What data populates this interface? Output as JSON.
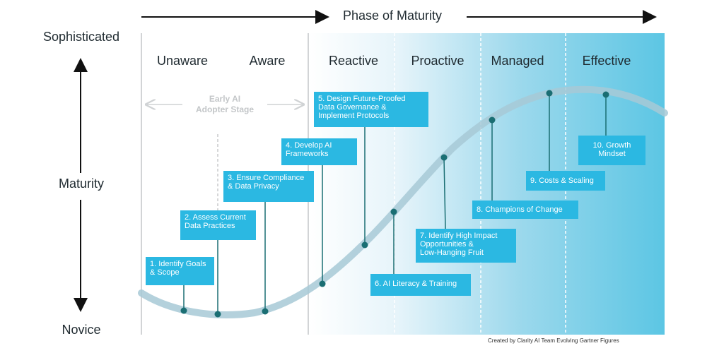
{
  "header": {
    "title": "Phase of Maturity"
  },
  "y_axis": {
    "top": "Sophisticated",
    "middle": "Maturity",
    "bottom": "Novice"
  },
  "stages": [
    "Unaware",
    "Aware",
    "Reactive",
    "Proactive",
    "Managed",
    "Effective"
  ],
  "early_stage": {
    "label": "Early AI\nAdopter Stage"
  },
  "steps": [
    {
      "label": "1. Identify Goals\n& Scope"
    },
    {
      "label": "2. Assess Current\nData Practices"
    },
    {
      "label": "3. Ensure Compliance\n& Data Privacy"
    },
    {
      "label": "4. Develop AI\nFrameworks"
    },
    {
      "label": "5. Design Future-Proofed\nData Governance &\nImplement Protocols"
    },
    {
      "label": "6. AI Literacy & Training"
    },
    {
      "label": "7. Identify High Impact\nOpportunities &\nLow-Hanging Fruit"
    },
    {
      "label": "8. Champions of  Change"
    },
    {
      "label": "9. Costs & Scaling"
    },
    {
      "label": "10. Growth\nMindset"
    }
  ],
  "credit": "Created by Clarity AI Team Evolving Gartner Figures",
  "colors": {
    "box": "#2bb8e2",
    "dot": "#1a6e73",
    "curve": "#a7c9d6",
    "text": "#1f2a30"
  }
}
